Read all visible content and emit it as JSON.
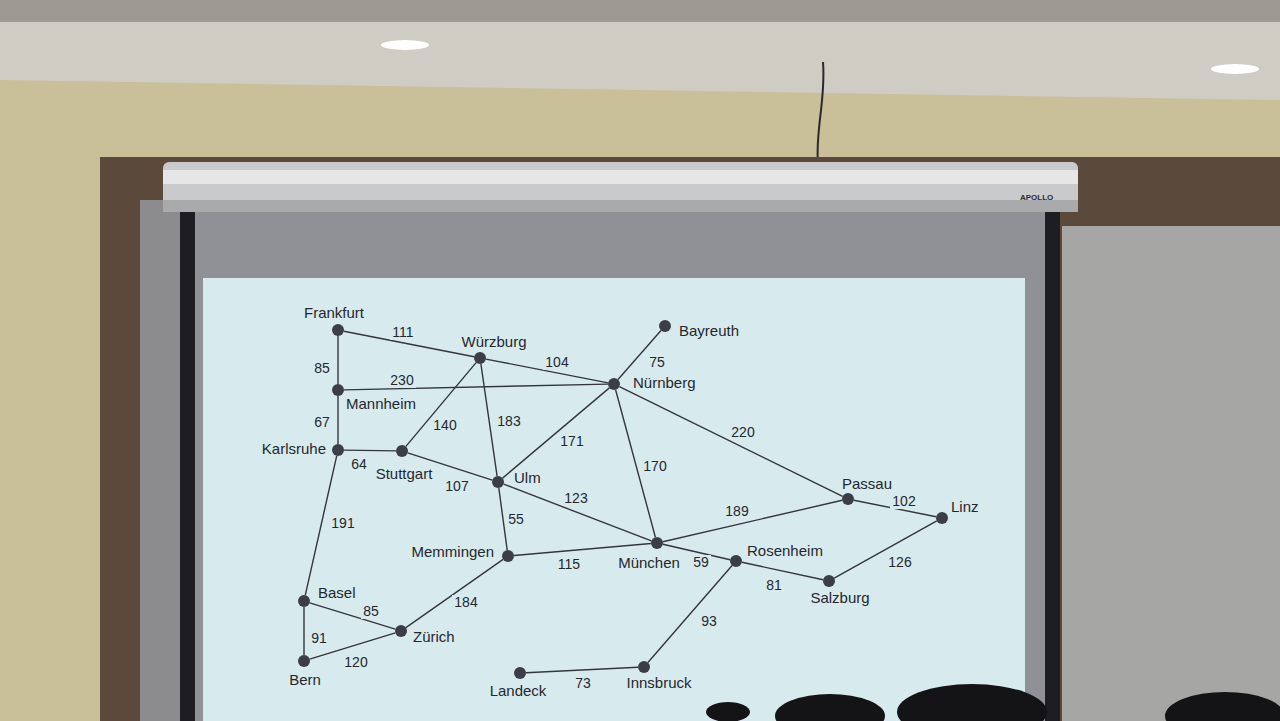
{
  "diagram": {
    "nodes": [
      {
        "text": [
          "Frankfurt"
        ]
      },
      {
        "text": [
          "Bayreuth"
        ]
      },
      {
        "text": [
          "Würzburg"
        ]
      },
      {
        "text": [
          "Nürnberg"
        ]
      },
      {
        "text": [
          "Mannheim"
        ]
      },
      {
        "text": [
          "Karlsruhe"
        ]
      },
      {
        "text": [
          "Stuttgart"
        ]
      },
      {
        "text": [
          "Ulm"
        ]
      },
      {
        "text": [
          "Passau"
        ]
      },
      {
        "text": [
          "Linz"
        ]
      },
      {
        "text": [
          "Memmingen"
        ]
      },
      {
        "text": [
          "München"
        ]
      },
      {
        "text": [
          "Rosenheim"
        ]
      },
      {
        "text": [
          "Basel"
        ]
      },
      {
        "text": [
          "Salzburg"
        ]
      },
      {
        "text": [
          "Zürich"
        ]
      },
      {
        "text": [
          "Bern"
        ]
      },
      {
        "text": [
          "Innsbruck"
        ]
      },
      {
        "text": [
          "Landeck"
        ]
      }
    ],
    "edges": [
      {
        "from": 0,
        "to": 2,
        "arrow": "none",
        "label": "111"
      },
      {
        "from": 0,
        "to": 4,
        "arrow": "none",
        "label": "85"
      },
      {
        "from": 2,
        "to": 3,
        "arrow": "none",
        "label": "104"
      },
      {
        "from": 4,
        "to": 3,
        "arrow": "none",
        "label": "230"
      },
      {
        "from": 2,
        "to": 6,
        "arrow": "none",
        "label": "140"
      },
      {
        "from": 2,
        "to": 7,
        "arrow": "none",
        "label": "183"
      },
      {
        "from": 1,
        "to": 3,
        "arrow": "none",
        "label": "75"
      },
      {
        "from": 4,
        "to": 5,
        "arrow": "none",
        "label": "67"
      },
      {
        "from": 3,
        "to": 7,
        "arrow": "none",
        "label": "171"
      },
      {
        "from": 3,
        "to": 11,
        "arrow": "none",
        "label": "170"
      },
      {
        "from": 3,
        "to": 8,
        "arrow": "none",
        "label": "220"
      },
      {
        "from": 5,
        "to": 6,
        "arrow": "none",
        "label": "64"
      },
      {
        "from": 6,
        "to": 7,
        "arrow": "none",
        "label": "107"
      },
      {
        "from": 7,
        "to": 11,
        "arrow": "none",
        "label": "123"
      },
      {
        "from": 7,
        "to": 10,
        "arrow": "none",
        "label": "55"
      },
      {
        "from": 11,
        "to": 8,
        "arrow": "none",
        "label": "189"
      },
      {
        "from": 8,
        "to": 9,
        "arrow": "none",
        "label": "102"
      },
      {
        "from": 5,
        "to": 13,
        "arrow": "none",
        "label": "191"
      },
      {
        "from": 10,
        "to": 11,
        "arrow": "none",
        "label": "115"
      },
      {
        "from": 11,
        "to": 12,
        "arrow": "none",
        "label": "59"
      },
      {
        "from": 9,
        "to": 14,
        "arrow": "none",
        "label": "126"
      },
      {
        "from": 12,
        "to": 14,
        "arrow": "none",
        "label": "81"
      },
      {
        "from": 10,
        "to": 15,
        "arrow": "none",
        "label": "184"
      },
      {
        "from": 13,
        "to": 15,
        "arrow": "none",
        "label": "85"
      },
      {
        "from": 13,
        "to": 16,
        "arrow": "none",
        "label": "91"
      },
      {
        "from": 16,
        "to": 15,
        "arrow": "none",
        "label": "120"
      },
      {
        "from": 12,
        "to": 17,
        "arrow": "none",
        "label": "93"
      },
      {
        "from": 17,
        "to": 18,
        "arrow": "none",
        "label": "73"
      }
    ],
    "labels": [
      "APOLLO"
    ]
  }
}
